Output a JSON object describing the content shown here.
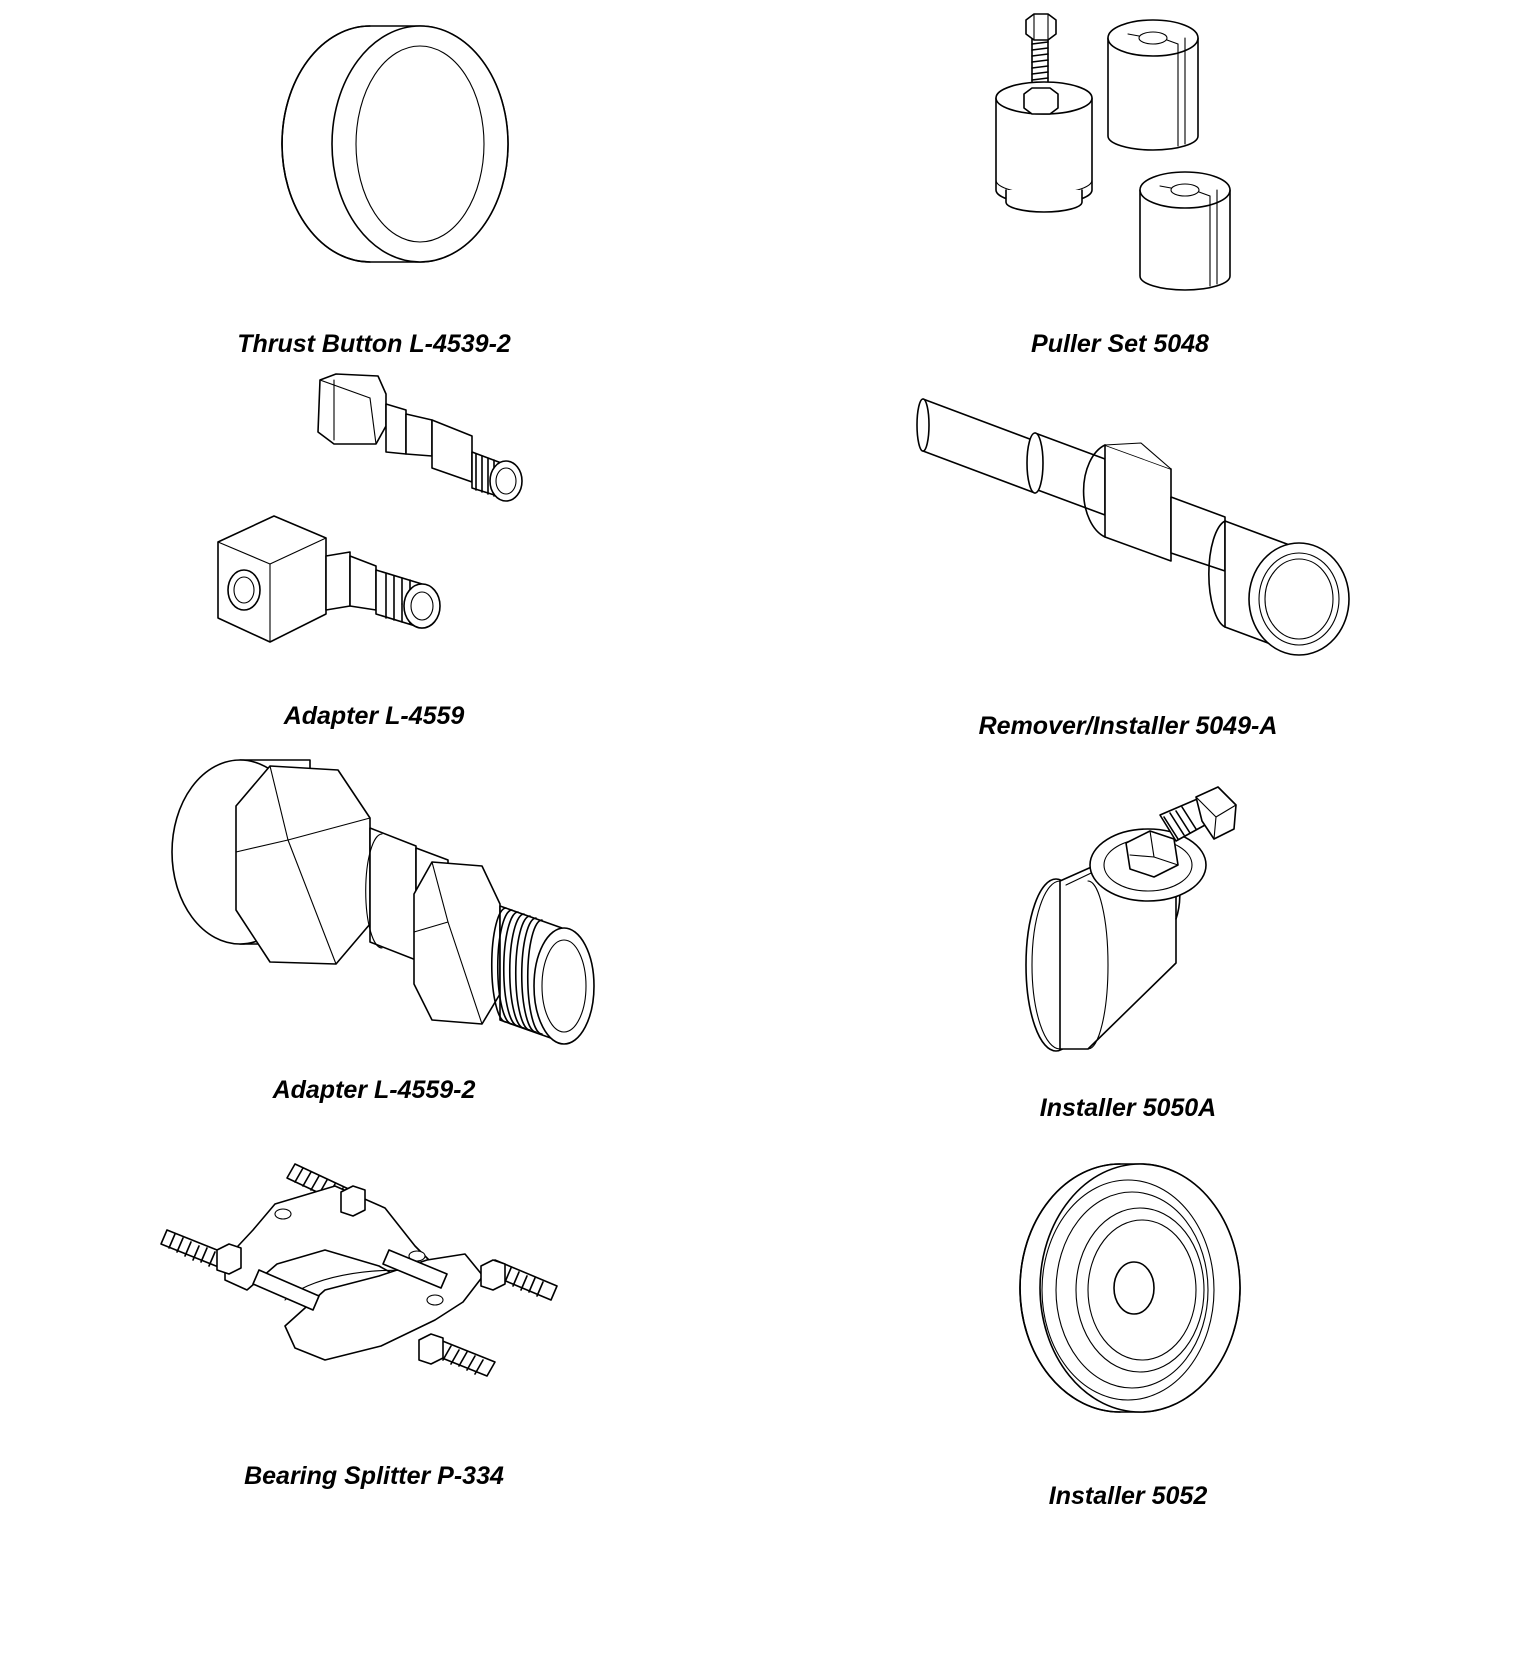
{
  "tools": [
    {
      "id": "thrust-button",
      "caption": "Thrust Button L-4539-2"
    },
    {
      "id": "puller-set",
      "caption": "Puller Set 5048"
    },
    {
      "id": "adapter-l4559",
      "caption": "Adapter L-4559"
    },
    {
      "id": "remover-installer",
      "caption": "Remover/Installer 5049-A"
    },
    {
      "id": "adapter-l4559-2",
      "caption": "Adapter L-4559-2"
    },
    {
      "id": "installer-5050a",
      "caption": "Installer 5050A"
    },
    {
      "id": "bearing-splitter",
      "caption": "Bearing Splitter P-334"
    },
    {
      "id": "installer-5052",
      "caption": "Installer 5052"
    }
  ],
  "colors": {
    "line": "#000000",
    "background": "#ffffff"
  }
}
